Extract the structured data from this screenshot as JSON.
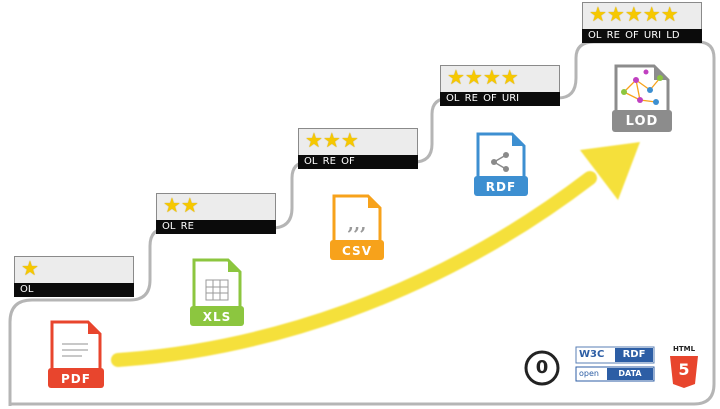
{
  "levels": [
    {
      "stars": "★",
      "label": "OL"
    },
    {
      "stars": "★★",
      "label": "OL  RE"
    },
    {
      "stars": "★★★",
      "label": "OL  RE  OF"
    },
    {
      "stars": "★★★★",
      "label": "OL  RE  OF URI"
    },
    {
      "stars": "★★★★★",
      "label": "OL  RE  OF URI  LD"
    }
  ],
  "files": {
    "pdf": {
      "label": "PDF",
      "color": "#e8452d",
      "icon": "document-lines-icon"
    },
    "xls": {
      "label": "XLS",
      "color": "#8cc63f",
      "icon": "grid-icon"
    },
    "csv": {
      "label": "CSV",
      "color": "#f7a21b",
      "icon": "quote-icon"
    },
    "rdf": {
      "label": "RDF",
      "color": "#3d8fd1",
      "icon": "share-icon"
    },
    "lod": {
      "label": "LOD",
      "color": "#8c8c8c",
      "icon": "network-graph-icon"
    }
  },
  "logos": {
    "zero": "0",
    "w3c": "W3C",
    "rdf": "RDF",
    "open": "open",
    "data": "DATA",
    "html": "HTML",
    "html_number": "5"
  },
  "colors": {
    "arrow": "#f5e03a",
    "stair_outline": "#b5b5b5"
  }
}
